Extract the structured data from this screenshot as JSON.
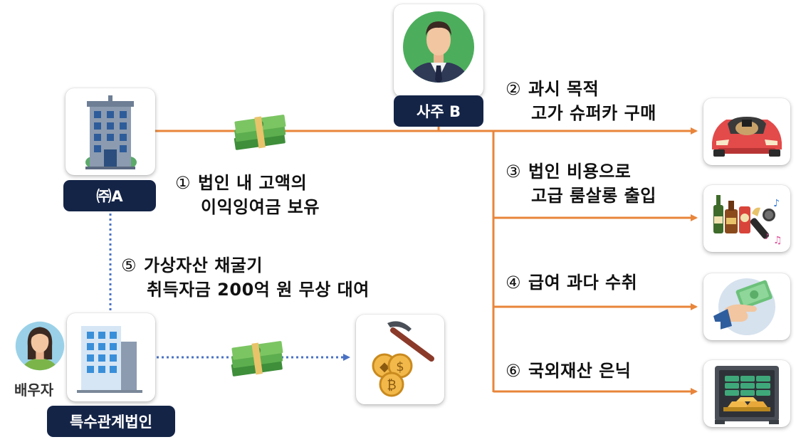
{
  "nodes": {
    "company_a": {
      "label": "㈜A"
    },
    "owner_b": {
      "label": "사주 B"
    },
    "related_corp": {
      "label": "특수관계법인"
    },
    "spouse": {
      "label": "배우자"
    }
  },
  "annotations": {
    "step1": {
      "num": "①",
      "line1": "법인 내 고액의",
      "line2": "이익잉여금 보유"
    },
    "step2": {
      "num": "②",
      "line1": "과시 목적",
      "line2": "고가 슈퍼카 구매"
    },
    "step3": {
      "num": "③",
      "line1": "법인 비용으로",
      "line2": "고급 룸살롱 출입"
    },
    "step4": {
      "num": "④",
      "line1": "급여 과다 수취"
    },
    "step5": {
      "num": "⑤",
      "line1": "가상자산 채굴기",
      "line2": "취득자금 200억 원 무상 대여"
    },
    "step6": {
      "num": "⑥",
      "line1": "국외재산 은닉"
    }
  },
  "colors": {
    "orange_flow": "#E8853A",
    "blue_flow": "#4A72C4",
    "label_bg": "#142447"
  },
  "icons": [
    "building-icon",
    "businessman-icon",
    "sports-car-icon",
    "liquor-karaoke-icon",
    "salary-hand-icon",
    "safe-gold-icon",
    "crypto-mining-icon",
    "office-building-icon",
    "woman-avatar-icon",
    "money-stack-icon"
  ]
}
